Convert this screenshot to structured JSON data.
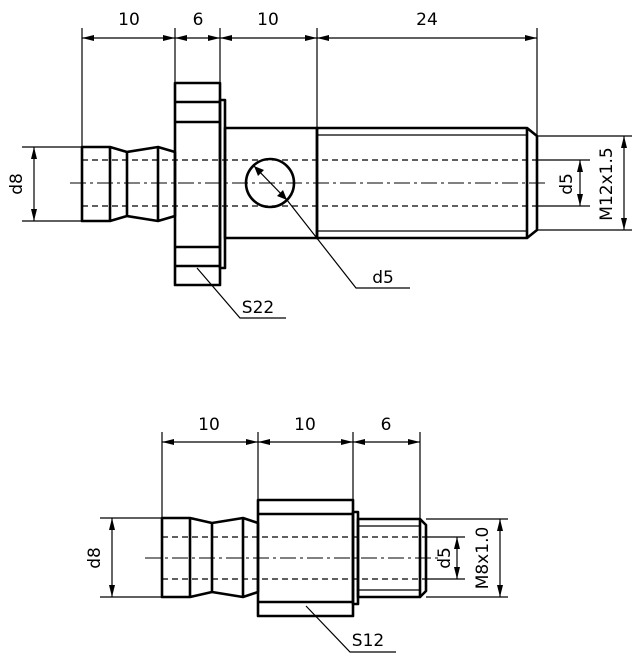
{
  "drawing_1": {
    "dim_a": "10",
    "dim_b": "6",
    "dim_c": "10",
    "dim_d": "24",
    "dia_hose": "d8",
    "dia_bore": "d5",
    "dia_cross_hole": "d5",
    "thread": "M12x1.5",
    "hex": "S22"
  },
  "drawing_2": {
    "dim_a": "10",
    "dim_b": "10",
    "dim_c": "6",
    "dia_hose": "d8",
    "dia_bore": "d5",
    "thread": "M8x1.0",
    "hex": "S12"
  }
}
